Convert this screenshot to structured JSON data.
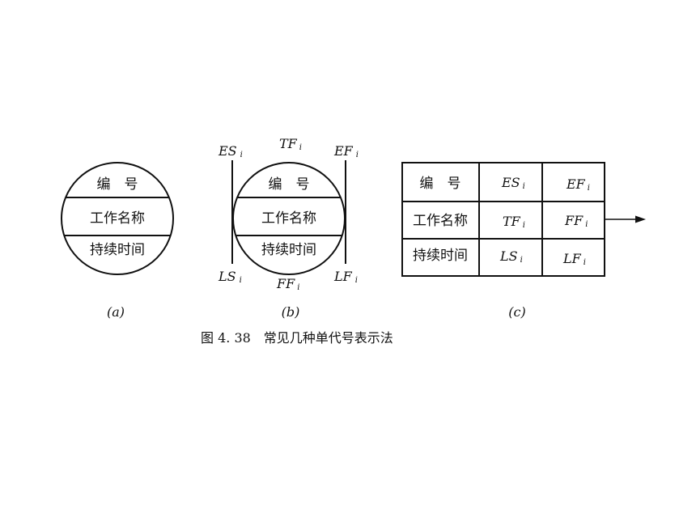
{
  "figure_a": {
    "top": "编　号",
    "middle": "工作名称",
    "bottom": "持续时间",
    "label": "(a)"
  },
  "figure_b": {
    "top": "编　号",
    "middle": "工作名称",
    "bottom": "持续时间",
    "es": "ES",
    "ef": "EF",
    "tf": "TF",
    "ls": "LS",
    "lf": "LF",
    "ff": "FF",
    "sub": "i",
    "label": "(b)"
  },
  "figure_c": {
    "rows": [
      [
        "编　号",
        "ES",
        "EF"
      ],
      [
        "工作名称",
        "TF",
        "FF"
      ],
      [
        "持续时间",
        "LS",
        "LF"
      ]
    ],
    "sub": "i",
    "label": "(c)"
  },
  "caption": "图 4. 38　常见几种单代号表示法"
}
